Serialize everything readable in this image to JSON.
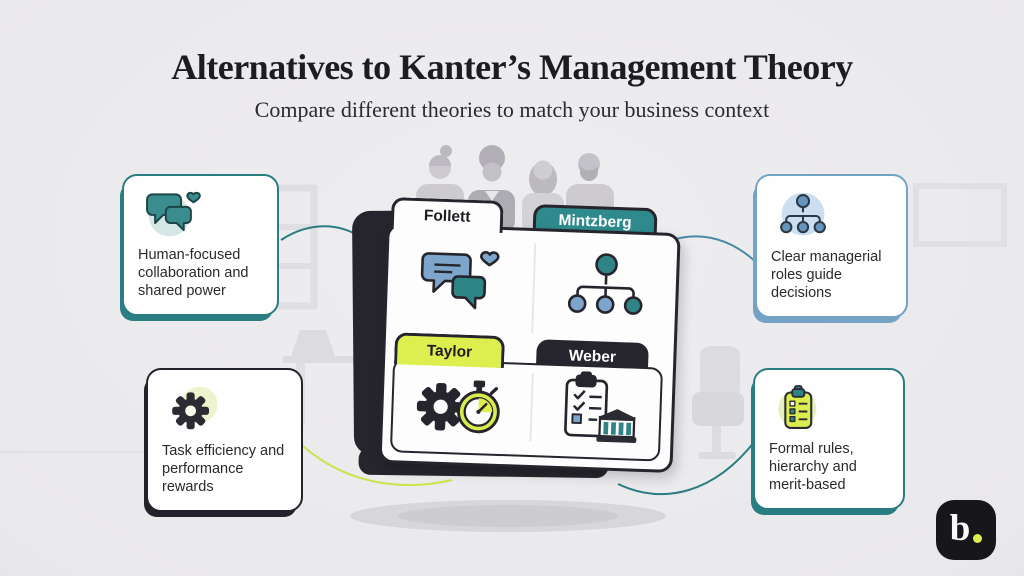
{
  "header": {
    "title": "Alternatives to Kanter’s Management Theory",
    "subtitle": "Compare different theories to match your business context"
  },
  "cards": {
    "top_left": {
      "text": "Human-focused collaboration and shared power",
      "icon": "chat-bubbles-heart-icon",
      "accent": "#2a7e81"
    },
    "bottom_left": {
      "text": "Task efficiency and performance rewards",
      "icon": "gear-icon",
      "accent": "#23232b"
    },
    "top_right": {
      "text": "Clear managerial roles guide decisions",
      "icon": "org-chart-icon",
      "accent": "#74a3c6"
    },
    "bottom_right": {
      "text": "Formal rules, hierarchy and merit-based",
      "icon": "clipboard-checklist-icon",
      "accent": "#2a7e81"
    }
  },
  "folder": {
    "tabs": {
      "follett": "Follett",
      "mintzberg": "Mintzberg",
      "taylor": "Taylor",
      "weber": "Weber"
    },
    "quadrant_icons": {
      "follett": "chat-bubbles-heart-icon",
      "mintzberg": "org-chart-icon",
      "taylor": "gear-stopwatch-icon",
      "weber": "clipboard-bank-icon"
    }
  },
  "logo": {
    "letter": "b",
    "dot": "."
  },
  "colors": {
    "background": "#e9e8eb",
    "dark": "#26252d",
    "teal": "#2e8a8c",
    "teal-line": "#2a7e81",
    "blue": "#74a3c6",
    "blue-fill": "#7ea6cd",
    "yellow": "#ddef4e",
    "text": "#2a2a2e"
  }
}
